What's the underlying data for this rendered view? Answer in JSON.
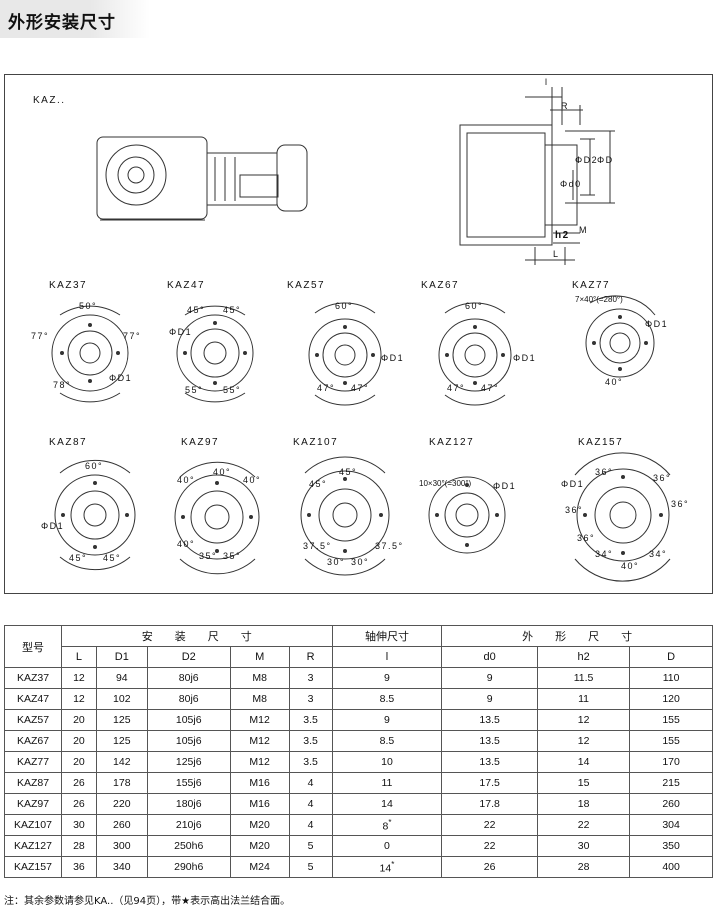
{
  "title": "外形安装尺寸",
  "drawing": {
    "main_label": "KAZ..",
    "views": [
      "KAZ37",
      "KAZ47",
      "KAZ57",
      "KAZ67",
      "KAZ77",
      "KAZ87",
      "KAZ97",
      "KAZ107",
      "KAZ127",
      "KAZ157"
    ],
    "dim_labels": {
      "l": "l",
      "R": "R",
      "D2": "ΦD2",
      "D": "ΦD",
      "d0": "Φd0",
      "M": "M",
      "h2": "h2",
      "L": "L",
      "D1": "ΦD1"
    },
    "angles": {
      "KAZ37": [
        "50°",
        "77°",
        "77°",
        "78°"
      ],
      "KAZ47": [
        "45°",
        "45°",
        "55°",
        "55°"
      ],
      "KAZ57": [
        "60°",
        "47°",
        "47°"
      ],
      "KAZ67": [
        "60°",
        "47°",
        "47°"
      ],
      "KAZ77": [
        "7×40°(=280°)",
        "40°"
      ],
      "KAZ87": [
        "60°",
        "45°",
        "45°"
      ],
      "KAZ97": [
        "40°",
        "40°",
        "40°",
        "40°",
        "35°",
        "35°"
      ],
      "KAZ107": [
        "45°",
        "45°",
        "37.5°",
        "30°",
        "30°",
        "37.5°"
      ],
      "KAZ127": [
        "10×30°(=300°)"
      ],
      "KAZ157": [
        "36°",
        "36°",
        "36°",
        "36°",
        "36°",
        "34°",
        "34°",
        "40°"
      ]
    }
  },
  "table": {
    "header_model": "型号",
    "group_install": "安　　装　　尺　　寸",
    "group_shaft": "轴伸尺寸",
    "group_outline": "外　　形　　尺　　寸",
    "columns": [
      "L",
      "D1",
      "D2",
      "M",
      "R",
      "l",
      "d0",
      "h2",
      "D"
    ],
    "rows": [
      [
        "KAZ37",
        "12",
        "94",
        "80j6",
        "M8",
        "3",
        "9",
        "9",
        "11.5",
        "110"
      ],
      [
        "KAZ47",
        "12",
        "102",
        "80j6",
        "M8",
        "3",
        "8.5",
        "9",
        "11",
        "120"
      ],
      [
        "KAZ57",
        "20",
        "125",
        "105j6",
        "M12",
        "3.5",
        "9",
        "13.5",
        "12",
        "155"
      ],
      [
        "KAZ67",
        "20",
        "125",
        "105j6",
        "M12",
        "3.5",
        "8.5",
        "13.5",
        "12",
        "155"
      ],
      [
        "KAZ77",
        "20",
        "142",
        "125j6",
        "M12",
        "3.5",
        "10",
        "13.5",
        "14",
        "170"
      ],
      [
        "KAZ87",
        "26",
        "178",
        "155j6",
        "M16",
        "4",
        "11",
        "17.5",
        "15",
        "215"
      ],
      [
        "KAZ97",
        "26",
        "220",
        "180j6",
        "M16",
        "4",
        "14",
        "17.8",
        "18",
        "260"
      ],
      [
        "KAZ107",
        "30",
        "260",
        "210j6",
        "M20",
        "4",
        "8",
        "22",
        "22",
        "304"
      ],
      [
        "KAZ127",
        "28",
        "300",
        "250h6",
        "M20",
        "5",
        "0",
        "22",
        "30",
        "350"
      ],
      [
        "KAZ157",
        "36",
        "340",
        "290h6",
        "M24",
        "5",
        "14",
        "26",
        "28",
        "400"
      ]
    ],
    "star": "*"
  },
  "note": "注：其余参数请参见KA..（见94页），带★表示高出法兰结合面。"
}
